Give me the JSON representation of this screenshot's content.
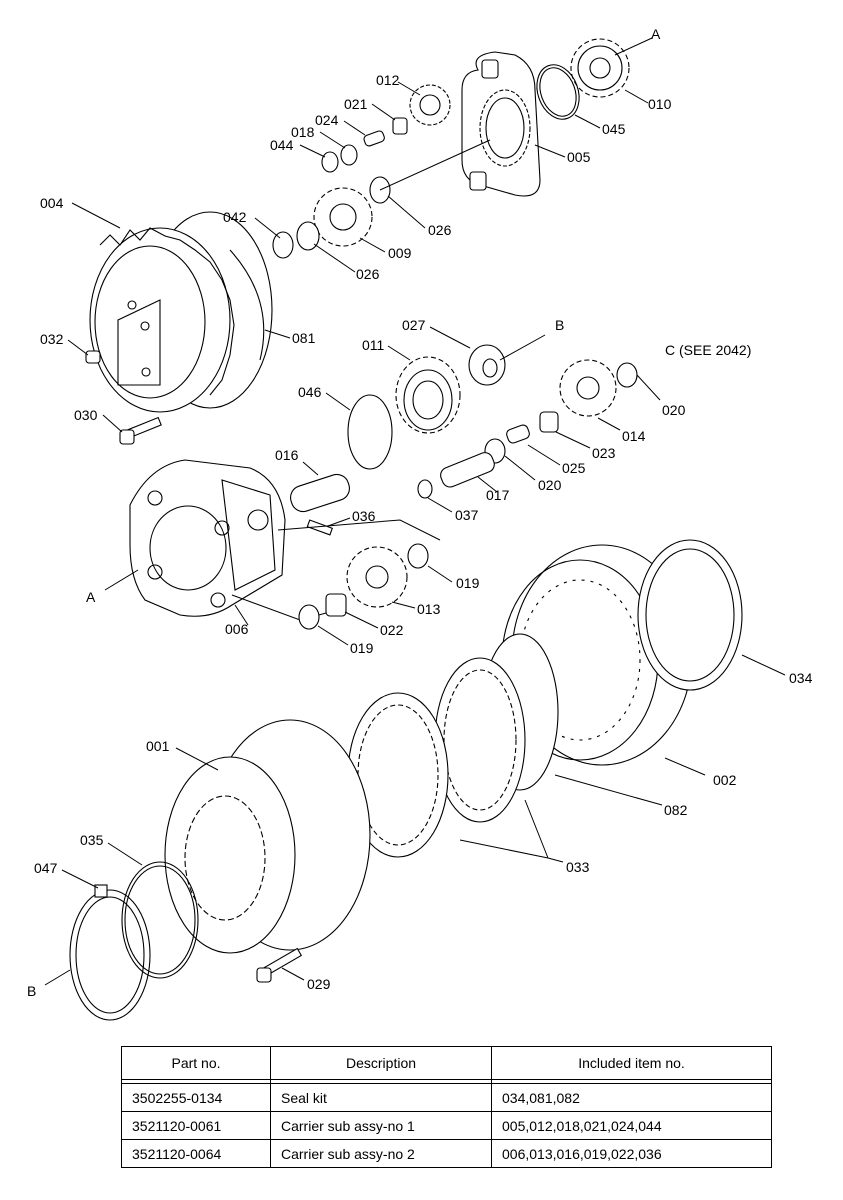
{
  "callouts": {
    "c001": "001",
    "c002": "002",
    "c004": "004",
    "c005": "005",
    "c006": "006",
    "c009": "009",
    "c010": "010",
    "c011": "011",
    "c012": "012",
    "c013": "013",
    "c014": "014",
    "c016": "016",
    "c017": "017",
    "c018": "018",
    "c019a": "019",
    "c019b": "019",
    "c020a": "020",
    "c020b": "020",
    "c021": "021",
    "c022": "022",
    "c023": "023",
    "c024": "024",
    "c025": "025",
    "c026a": "026",
    "c026b": "026",
    "c027": "027",
    "c029": "029",
    "c030": "030",
    "c032": "032",
    "c033": "033",
    "c034": "034",
    "c035": "035",
    "c036": "036",
    "c037": "037",
    "c042": "042",
    "c044": "044",
    "c045": "045",
    "c046": "046",
    "c047": "047",
    "c081": "081",
    "c082": "082",
    "refA1": "A",
    "refA2": "A",
    "refB1": "B",
    "refB2": "B",
    "refC": "C (SEE 2042)"
  },
  "table": {
    "headers": [
      "Part no.",
      "Description",
      "Included item no."
    ],
    "rows": [
      {
        "part": "3502255-0134",
        "desc": "Seal kit",
        "items": "034,081,082"
      },
      {
        "part": "3521120-0061",
        "desc": "Carrier sub assy-no 1",
        "items": "005,012,018,021,024,044"
      },
      {
        "part": "3521120-0064",
        "desc": "Carrier sub assy-no 2",
        "items": "006,013,016,019,022,036"
      }
    ]
  }
}
